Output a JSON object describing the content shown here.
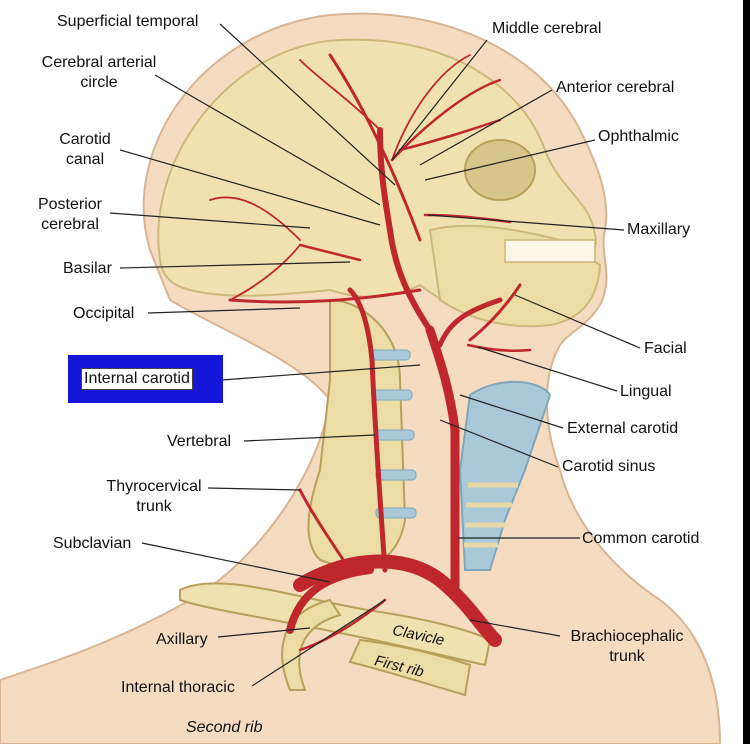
{
  "labels": {
    "superficial_temporal": "Superficial temporal",
    "cerebral_arterial_circle": "Cerebral arterial\ncircle",
    "carotid_canal": "Carotid\ncanal",
    "posterior_cerebral": "Posterior\ncerebral",
    "basilar": "Basilar",
    "occipital": "Occipital",
    "internal_carotid": "Internal carotid",
    "vertebral": "Vertebral",
    "thyrocervical_trunk": "Thyrocervical\ntrunk",
    "subclavian": "Subclavian",
    "axillary": "Axillary",
    "internal_thoracic": "Internal thoracic",
    "second_rib": "Second rib",
    "middle_cerebral": "Middle cerebral",
    "anterior_cerebral": "Anterior cerebral",
    "ophthalmic": "Ophthalmic",
    "maxillary": "Maxillary",
    "facial": "Facial",
    "lingual": "Lingual",
    "external_carotid": "External carotid",
    "carotid_sinus": "Carotid sinus",
    "common_carotid": "Common carotid",
    "brachiocephalic_trunk": "Brachiocephalic\ntrunk",
    "clavicle": "Clavicle",
    "first_rib": "First rib"
  },
  "colors": {
    "highlight": "#1417d8",
    "artery": "#c0272d",
    "skin": "#f5dcc0",
    "bone": "#efe2b0",
    "cartilage": "#a9c8d8"
  }
}
